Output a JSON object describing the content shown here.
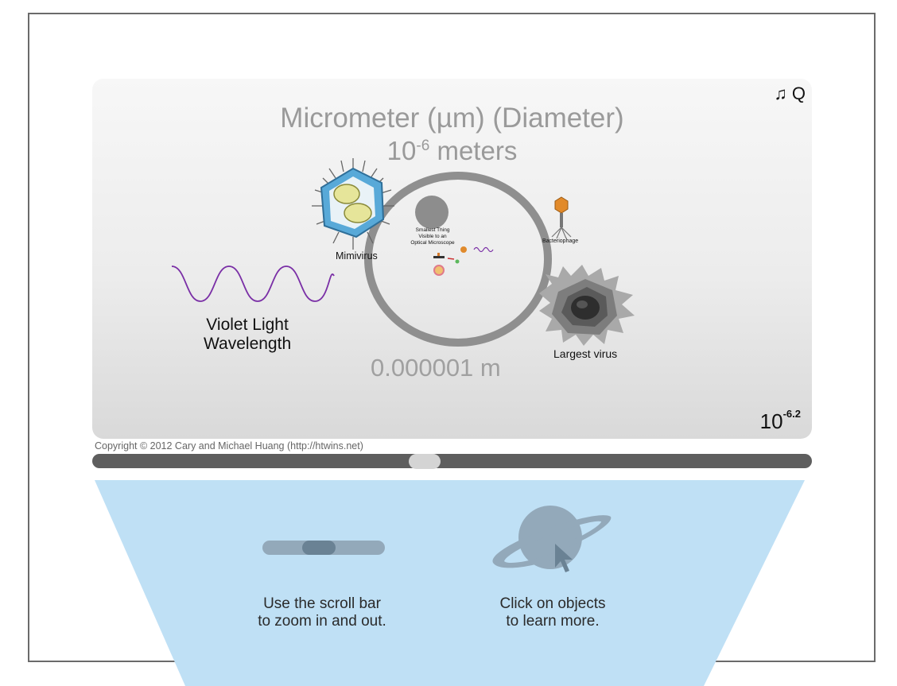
{
  "scale": {
    "title": "Micrometer (µm) (Diameter)",
    "power_base": "10",
    "power_exp": "-6",
    "power_unit": "meters",
    "measure": "0.000001 m",
    "current_exp_base": "10",
    "current_exp": "-6.2"
  },
  "icons": {
    "music": "♫",
    "quality": "Q"
  },
  "objects": {
    "mimivirus": "Mimivirus",
    "bacteriophage": "Bacteriophage",
    "largest_virus": "Largest virus",
    "violet_light_line1": "Violet Light",
    "violet_light_line2": "Wavelength",
    "smallest_line1": "Smallest Thing",
    "smallest_line2": "Visible to an",
    "smallest_line3": "Optical Microscope"
  },
  "copyright": "Copyright © 2012 Cary and Michael Huang (http://htwins.net)",
  "scrollbar": {
    "position": 0.46
  },
  "hints": {
    "scroll_line1": "Use the scroll bar",
    "scroll_line2": "to zoom in and out.",
    "click_line1": "Click on objects",
    "click_line2": "to learn more."
  },
  "colors": {
    "beam": "#bfe0f5",
    "violet_wave": "#7a2fa6",
    "scrollbar": "#5e5e5e",
    "thumb": "#d4d4d4"
  }
}
